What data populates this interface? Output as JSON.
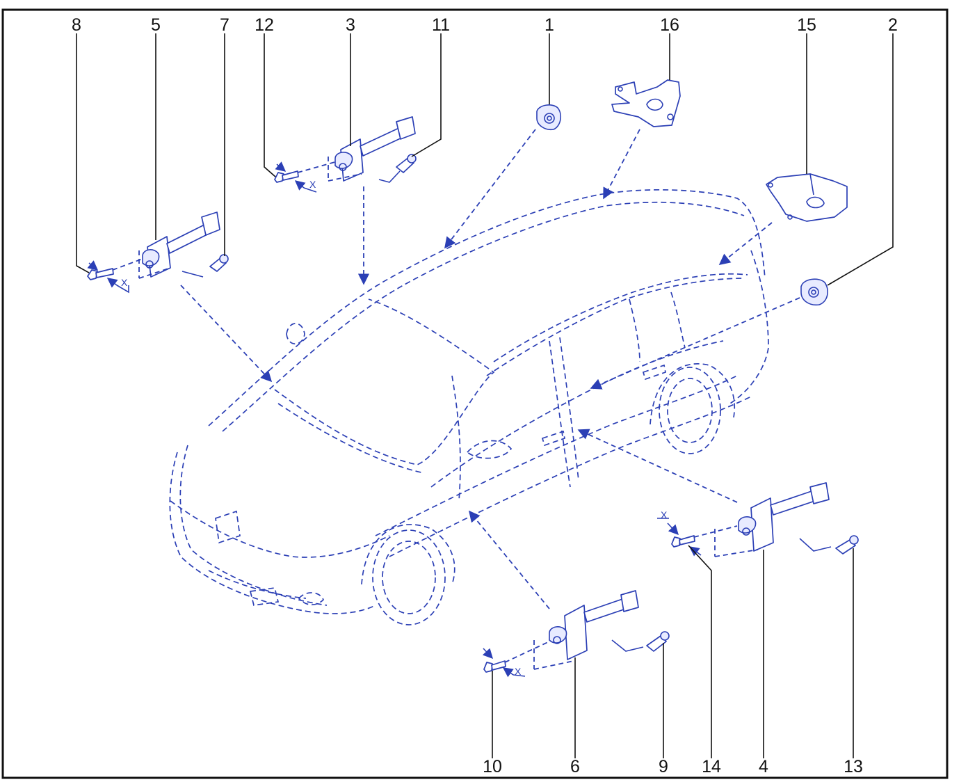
{
  "diagram": {
    "callouts": [
      {
        "id": "c8",
        "label": "8"
      },
      {
        "id": "c5",
        "label": "5"
      },
      {
        "id": "c7",
        "label": "7"
      },
      {
        "id": "c12",
        "label": "12"
      },
      {
        "id": "c3",
        "label": "3"
      },
      {
        "id": "c11",
        "label": "11"
      },
      {
        "id": "c1",
        "label": "1"
      },
      {
        "id": "c16",
        "label": "16"
      },
      {
        "id": "c15",
        "label": "15"
      },
      {
        "id": "c2",
        "label": "2"
      },
      {
        "id": "c10",
        "label": "10"
      },
      {
        "id": "c6",
        "label": "6"
      },
      {
        "id": "c9",
        "label": "9"
      },
      {
        "id": "c14",
        "label": "14"
      },
      {
        "id": "c4",
        "label": "4"
      },
      {
        "id": "c13",
        "label": "13"
      }
    ],
    "dimension_mark": "X",
    "colors": {
      "line": "#2b3fb5",
      "frame": "#111111",
      "background": "#ffffff"
    }
  }
}
